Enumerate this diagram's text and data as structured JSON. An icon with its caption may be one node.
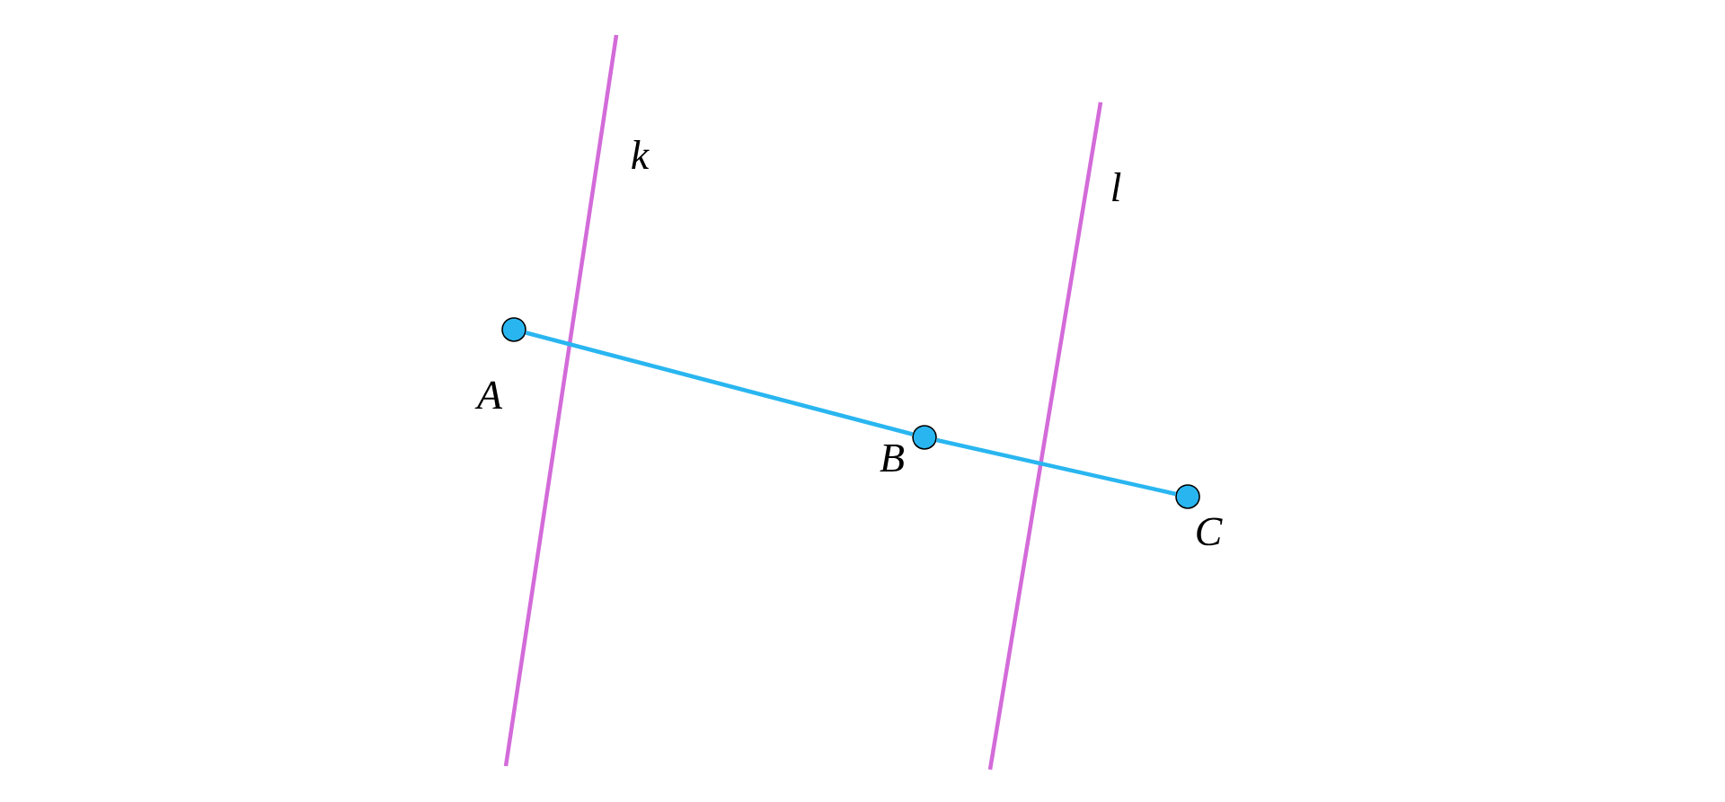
{
  "diagram": {
    "nodes": [
      {
        "text": [],
        "shape": "circle",
        "beside": [
          "A"
        ]
      },
      {
        "text": [],
        "shape": "circle",
        "beside": [
          "B"
        ]
      },
      {
        "text": [],
        "shape": "circle",
        "beside": [
          "C"
        ]
      }
    ],
    "edges": [
      {
        "from": 0,
        "to": 1,
        "arrow": "none"
      },
      {
        "from": 1,
        "to": 2,
        "arrow": "none"
      }
    ],
    "labels": [
      "k",
      "l"
    ]
  }
}
